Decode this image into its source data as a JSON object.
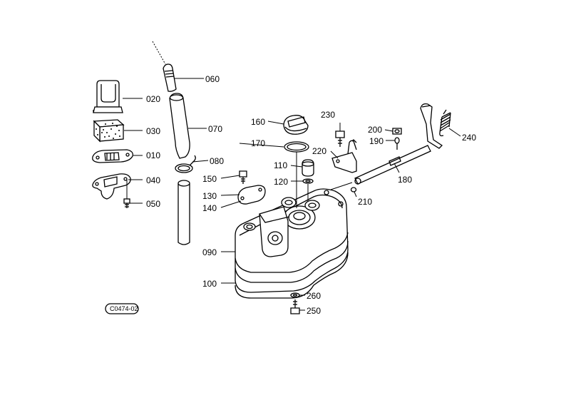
{
  "diagram_code": "C0474-02",
  "parts": {
    "p010": "010",
    "p020": "020",
    "p030": "030",
    "p040": "040",
    "p050": "050",
    "p060": "060",
    "p070": "070",
    "p080": "080",
    "p090": "090",
    "p100": "100",
    "p110": "110",
    "p120": "120",
    "p130": "130",
    "p140": "140",
    "p150": "150",
    "p160": "160",
    "p170": "170",
    "p180": "180",
    "p190": "190",
    "p200": "200",
    "p210": "210",
    "p220": "220",
    "p230": "230",
    "p240": "240",
    "p250": "250",
    "p260": "260"
  }
}
